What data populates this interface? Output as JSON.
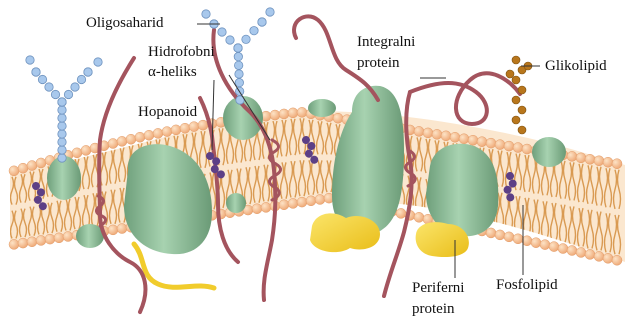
{
  "labels": {
    "oligosaharid": "Oligosaharid",
    "hidrofobni_line1": "Hidrofobni",
    "hidrofobni_line2": "α-heliks",
    "hopanoid": "Hopanoid",
    "integralni_line1": "Integralni",
    "integralni_line2": "protein",
    "glikolipid": "Glikolipid",
    "periferni_line1": "Periferni",
    "periferni_line2": "protein",
    "fosfolipid": "Fosfolipid"
  },
  "colors": {
    "membrane_head": "#f4b98a",
    "membrane_tail": "#d99a52",
    "protein": "#8fbf9a",
    "helix": "#a4545e",
    "oligosaccharide": "#a8c8ec",
    "glycolipid_chain": "#b8761c",
    "peripheral_protein": "#f6d43a",
    "hopanoid": "#5c3f86"
  }
}
